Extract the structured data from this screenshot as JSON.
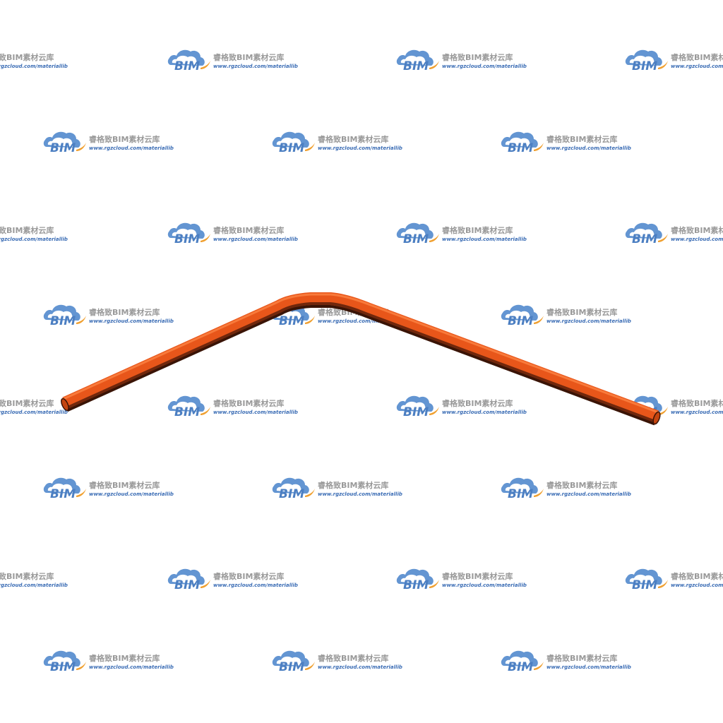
{
  "watermark": {
    "brand_cn": "睿格致BIM素材云库",
    "url": "www.rgzcloud.com/materiallib",
    "logo_text": "BIM",
    "colors": {
      "cloud_blue": "#5b8fd0",
      "swoosh_orange": "#f0a030",
      "text_gray": "#9a9a9a",
      "url_blue": "#3b6db5"
    }
  },
  "pipe": {
    "colors": {
      "base": "#e8561a",
      "shadow": "#4a1a08",
      "highlight": "#ff8a4a"
    }
  }
}
